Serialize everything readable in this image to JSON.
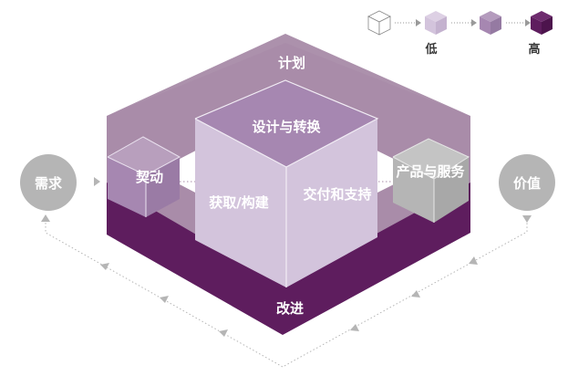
{
  "legend": {
    "low_label": "低",
    "high_label": "高",
    "levels": [
      "#ffffff",
      "#d3c4dc",
      "#a687b1",
      "#5e1d5e"
    ]
  },
  "labels": {
    "plan": "计划",
    "design": "设计与转换",
    "engage": "契动",
    "obtain": "获取/构建",
    "deliver": "交付和支持",
    "product": "产品与服务",
    "improve": "改进",
    "demand": "需求",
    "value": "价值"
  },
  "colors": {
    "top_face": "#a98ca9",
    "base_dark": "#5e1d5e",
    "cube_light": "#d3c4dc",
    "cube_mid": "#a687b1",
    "grey": "#b5b5b5"
  }
}
